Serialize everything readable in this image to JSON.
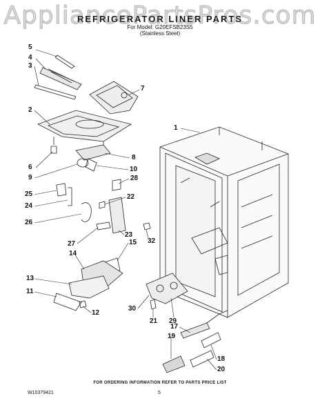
{
  "watermark": "AppliancePartsPros.com",
  "header": {
    "title": "REFRIGERATOR LINER PARTS",
    "model_line": "For Model: G20EFSB23S5",
    "finish_line": "(Stainless Steel)"
  },
  "callouts": [
    {
      "id": "5",
      "text": "5"
    },
    {
      "id": "4",
      "text": "4"
    },
    {
      "id": "3",
      "text": "3"
    },
    {
      "id": "7",
      "text": "7"
    },
    {
      "id": "2",
      "text": "2"
    },
    {
      "id": "1",
      "text": "1"
    },
    {
      "id": "6",
      "text": "6"
    },
    {
      "id": "8",
      "text": "8"
    },
    {
      "id": "9",
      "text": "9"
    },
    {
      "id": "10",
      "text": "10"
    },
    {
      "id": "28",
      "text": "28"
    },
    {
      "id": "25",
      "text": "25"
    },
    {
      "id": "24",
      "text": "24"
    },
    {
      "id": "22",
      "text": "22"
    },
    {
      "id": "26",
      "text": "26"
    },
    {
      "id": "23",
      "text": "23"
    },
    {
      "id": "32",
      "text": "32"
    },
    {
      "id": "27",
      "text": "27"
    },
    {
      "id": "15",
      "text": "15"
    },
    {
      "id": "14",
      "text": "14"
    },
    {
      "id": "13",
      "text": "13"
    },
    {
      "id": "11",
      "text": "11"
    },
    {
      "id": "12",
      "text": "12"
    },
    {
      "id": "30",
      "text": "30"
    },
    {
      "id": "21",
      "text": "21"
    },
    {
      "id": "29",
      "text": "29"
    },
    {
      "id": "17",
      "text": "17"
    },
    {
      "id": "19",
      "text": "19"
    },
    {
      "id": "18",
      "text": "18"
    },
    {
      "id": "20",
      "text": "20"
    }
  ],
  "footer": {
    "ordering_note": "FOR ORDERING INFORMATION REFER TO PARTS PRICE LIST",
    "doc_number": "W10379421",
    "page_number": "5"
  }
}
